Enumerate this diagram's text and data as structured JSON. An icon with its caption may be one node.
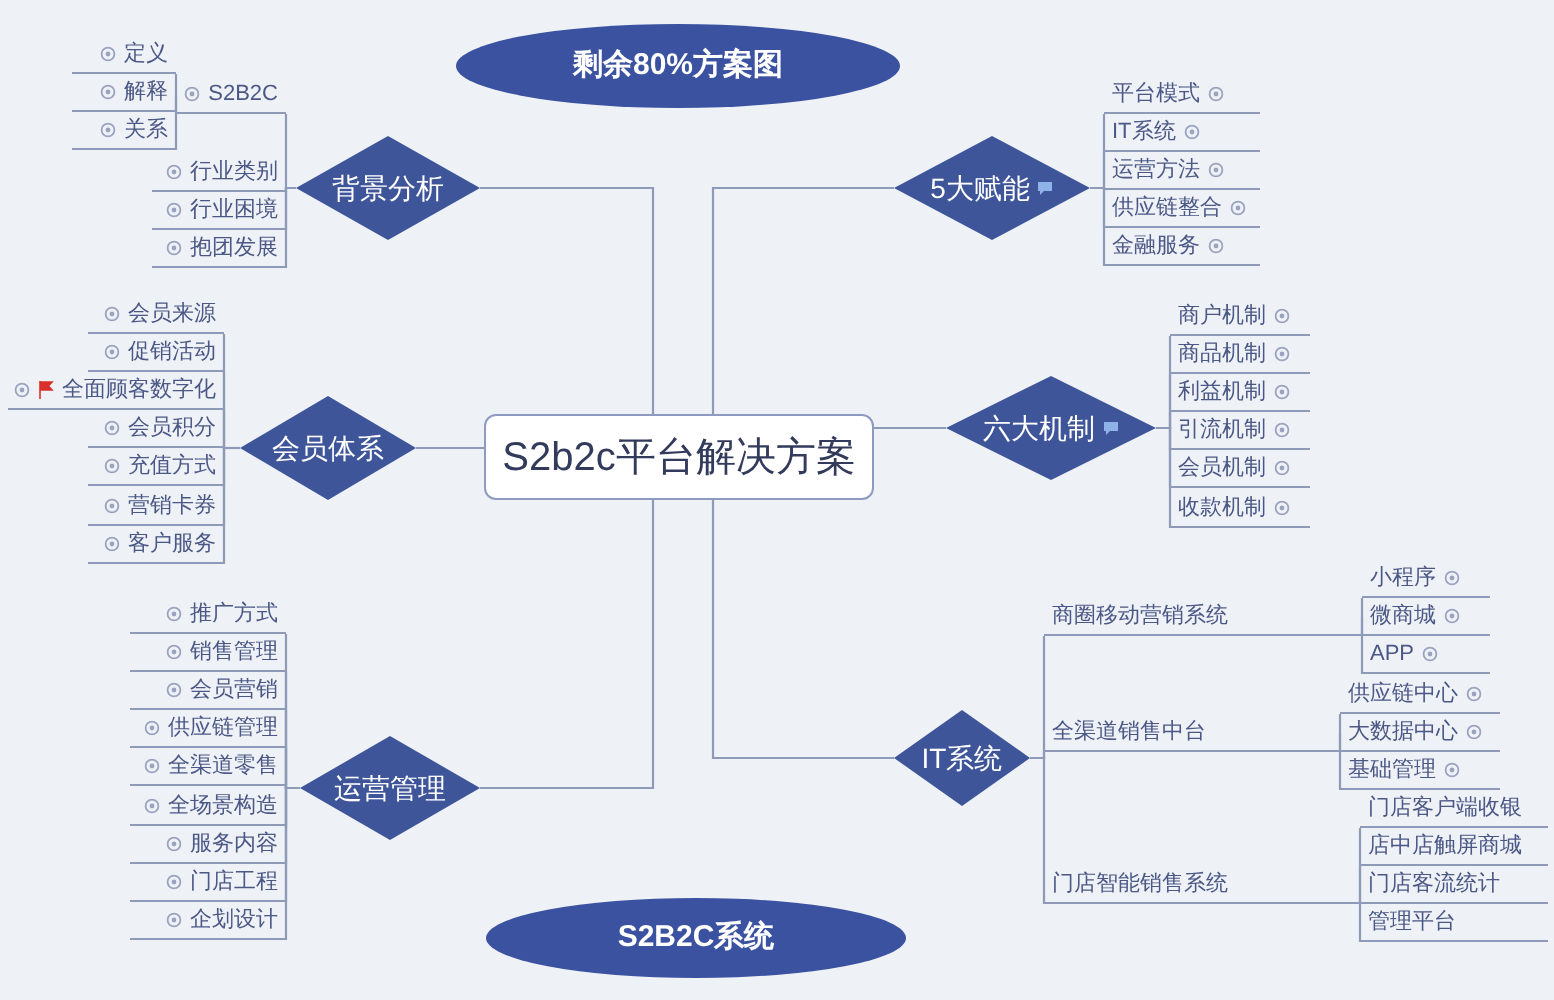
{
  "diagram": {
    "nodes": [
      {
        "text": [
          "S2b2c平台解决方案"
        ]
      },
      {
        "text": [
          "剩余80%方案图"
        ]
      },
      {
        "text": [
          "S2B2C系统"
        ]
      },
      {
        "text": [
          "背景分析"
        ]
      },
      {
        "text": [
          "S2B2C"
        ]
      },
      {
        "text": [
          "定义"
        ]
      },
      {
        "text": [
          "解释"
        ]
      },
      {
        "text": [
          "关系"
        ]
      },
      {
        "text": [
          "行业类别"
        ]
      },
      {
        "text": [
          "行业困境"
        ]
      },
      {
        "text": [
          "抱团发展"
        ]
      },
      {
        "text": [
          "会员体系"
        ]
      },
      {
        "text": [
          "会员来源"
        ]
      },
      {
        "text": [
          "促销活动"
        ]
      },
      {
        "text": [
          "全面顾客数字化"
        ]
      },
      {
        "text": [
          "会员积分"
        ]
      },
      {
        "text": [
          "充值方式"
        ]
      },
      {
        "text": [
          "营销卡券"
        ]
      },
      {
        "text": [
          "客户服务"
        ]
      },
      {
        "text": [
          "运营管理"
        ]
      },
      {
        "text": [
          "推广方式"
        ]
      },
      {
        "text": [
          "销售管理"
        ]
      },
      {
        "text": [
          "会员营销"
        ]
      },
      {
        "text": [
          "供应链管理"
        ]
      },
      {
        "text": [
          "全渠道零售"
        ]
      },
      {
        "text": [
          "全场景构造"
        ]
      },
      {
        "text": [
          "服务内容"
        ]
      },
      {
        "text": [
          "门店工程"
        ]
      },
      {
        "text": [
          "企划设计"
        ]
      },
      {
        "text": [
          "5大赋能"
        ]
      },
      {
        "text": [
          "平台模式"
        ]
      },
      {
        "text": [
          "IT系统"
        ]
      },
      {
        "text": [
          "运营方法"
        ]
      },
      {
        "text": [
          "供应链整合"
        ]
      },
      {
        "text": [
          "金融服务"
        ]
      },
      {
        "text": [
          "六大机制"
        ]
      },
      {
        "text": [
          "商户机制"
        ]
      },
      {
        "text": [
          "商品机制"
        ]
      },
      {
        "text": [
          "利益机制"
        ]
      },
      {
        "text": [
          "引流机制"
        ]
      },
      {
        "text": [
          "会员机制"
        ]
      },
      {
        "text": [
          "收款机制"
        ]
      },
      {
        "text": [
          "IT系统"
        ]
      },
      {
        "text": [
          "商圈移动营销系统"
        ]
      },
      {
        "text": [
          "小程序"
        ]
      },
      {
        "text": [
          "微商城"
        ]
      },
      {
        "text": [
          "APP"
        ]
      },
      {
        "text": [
          "全渠道销售中台"
        ]
      },
      {
        "text": [
          "供应链中心"
        ]
      },
      {
        "text": [
          "大数据中心"
        ]
      },
      {
        "text": [
          "基础管理"
        ]
      },
      {
        "text": [
          "门店智能销售系统"
        ]
      },
      {
        "text": [
          "门店客户端收银"
        ]
      },
      {
        "text": [
          "店中店触屏商城"
        ]
      },
      {
        "text": [
          "门店客流统计"
        ]
      },
      {
        "text": [
          "管理平台"
        ]
      }
    ],
    "edges": [
      {
        "from": 0,
        "to": 3,
        "arrow": "none"
      },
      {
        "from": 0,
        "to": 11,
        "arrow": "none"
      },
      {
        "from": 0,
        "to": 19,
        "arrow": "none"
      },
      {
        "from": 0,
        "to": 29,
        "arrow": "none"
      },
      {
        "from": 0,
        "to": 35,
        "arrow": "none"
      },
      {
        "from": 0,
        "to": 42,
        "arrow": "none"
      },
      {
        "from": 3,
        "to": 4,
        "arrow": "none"
      },
      {
        "from": 4,
        "to": 5,
        "arrow": "none"
      },
      {
        "from": 4,
        "to": 6,
        "arrow": "none"
      },
      {
        "from": 4,
        "to": 7,
        "arrow": "none"
      },
      {
        "from": 3,
        "to": 8,
        "arrow": "none"
      },
      {
        "from": 3,
        "to": 9,
        "arrow": "none"
      },
      {
        "from": 3,
        "to": 10,
        "arrow": "none"
      },
      {
        "from": 11,
        "to": 12,
        "arrow": "none"
      },
      {
        "from": 11,
        "to": 13,
        "arrow": "none"
      },
      {
        "from": 11,
        "to": 14,
        "arrow": "none"
      },
      {
        "from": 11,
        "to": 15,
        "arrow": "none"
      },
      {
        "from": 11,
        "to": 16,
        "arrow": "none"
      },
      {
        "from": 11,
        "to": 17,
        "arrow": "none"
      },
      {
        "from": 11,
        "to": 18,
        "arrow": "none"
      },
      {
        "from": 19,
        "to": 20,
        "arrow": "none"
      },
      {
        "from": 19,
        "to": 21,
        "arrow": "none"
      },
      {
        "from": 19,
        "to": 22,
        "arrow": "none"
      },
      {
        "from": 19,
        "to": 23,
        "arrow": "none"
      },
      {
        "from": 19,
        "to": 24,
        "arrow": "none"
      },
      {
        "from": 19,
        "to": 25,
        "arrow": "none"
      },
      {
        "from": 19,
        "to": 26,
        "arrow": "none"
      },
      {
        "from": 19,
        "to": 27,
        "arrow": "none"
      },
      {
        "from": 19,
        "to": 28,
        "arrow": "none"
      },
      {
        "from": 29,
        "to": 30,
        "arrow": "none"
      },
      {
        "from": 29,
        "to": 31,
        "arrow": "none"
      },
      {
        "from": 29,
        "to": 32,
        "arrow": "none"
      },
      {
        "from": 29,
        "to": 33,
        "arrow": "none"
      },
      {
        "from": 29,
        "to": 34,
        "arrow": "none"
      },
      {
        "from": 35,
        "to": 36,
        "arrow": "none"
      },
      {
        "from": 35,
        "to": 37,
        "arrow": "none"
      },
      {
        "from": 35,
        "to": 38,
        "arrow": "none"
      },
      {
        "from": 35,
        "to": 39,
        "arrow": "none"
      },
      {
        "from": 35,
        "to": 40,
        "arrow": "none"
      },
      {
        "from": 35,
        "to": 41,
        "arrow": "none"
      },
      {
        "from": 42,
        "to": 43,
        "arrow": "none"
      },
      {
        "from": 42,
        "to": 47,
        "arrow": "none"
      },
      {
        "from": 42,
        "to": 51,
        "arrow": "none"
      },
      {
        "from": 43,
        "to": 44,
        "arrow": "none"
      },
      {
        "from": 43,
        "to": 45,
        "arrow": "none"
      },
      {
        "from": 43,
        "to": 46,
        "arrow": "none"
      },
      {
        "from": 47,
        "to": 48,
        "arrow": "none"
      },
      {
        "from": 47,
        "to": 49,
        "arrow": "none"
      },
      {
        "from": 47,
        "to": 50,
        "arrow": "none"
      },
      {
        "from": 51,
        "to": 52,
        "arrow": "none"
      },
      {
        "from": 51,
        "to": 53,
        "arrow": "none"
      },
      {
        "from": 51,
        "to": 54,
        "arrow": "none"
      },
      {
        "from": 51,
        "to": 55,
        "arrow": "none"
      }
    ]
  }
}
